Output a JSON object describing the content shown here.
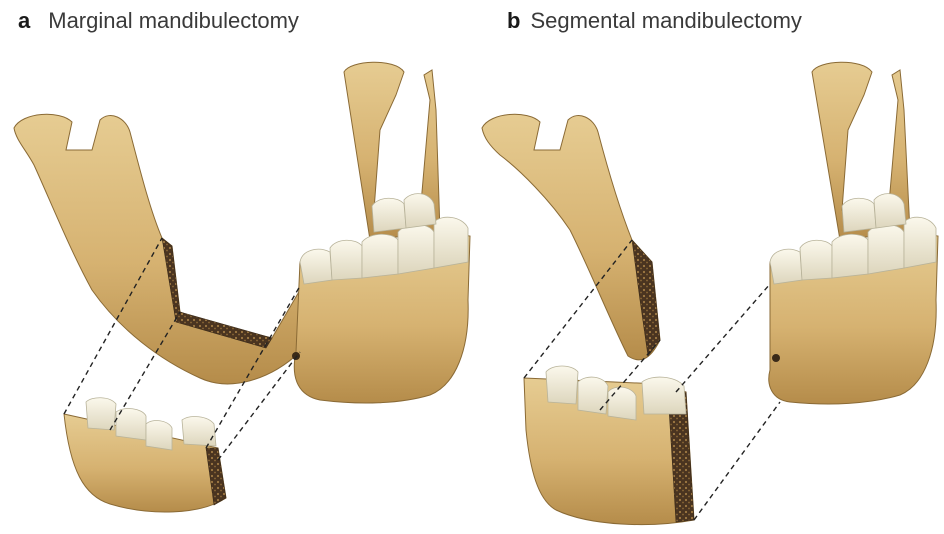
{
  "panels": [
    {
      "letter": "a",
      "title": "Marginal mandibulectomy",
      "icon": "mandible-marginal-resection-illustration"
    },
    {
      "letter": "b",
      "title": "Segmental mandibulectomy",
      "icon": "mandible-segmental-resection-illustration"
    }
  ],
  "colors": {
    "bone": "#d9b877",
    "bone_shadow": "#b38a45",
    "tooth": "#f3eedb",
    "marrow": "#4a3420",
    "cut_line": "#222222"
  }
}
